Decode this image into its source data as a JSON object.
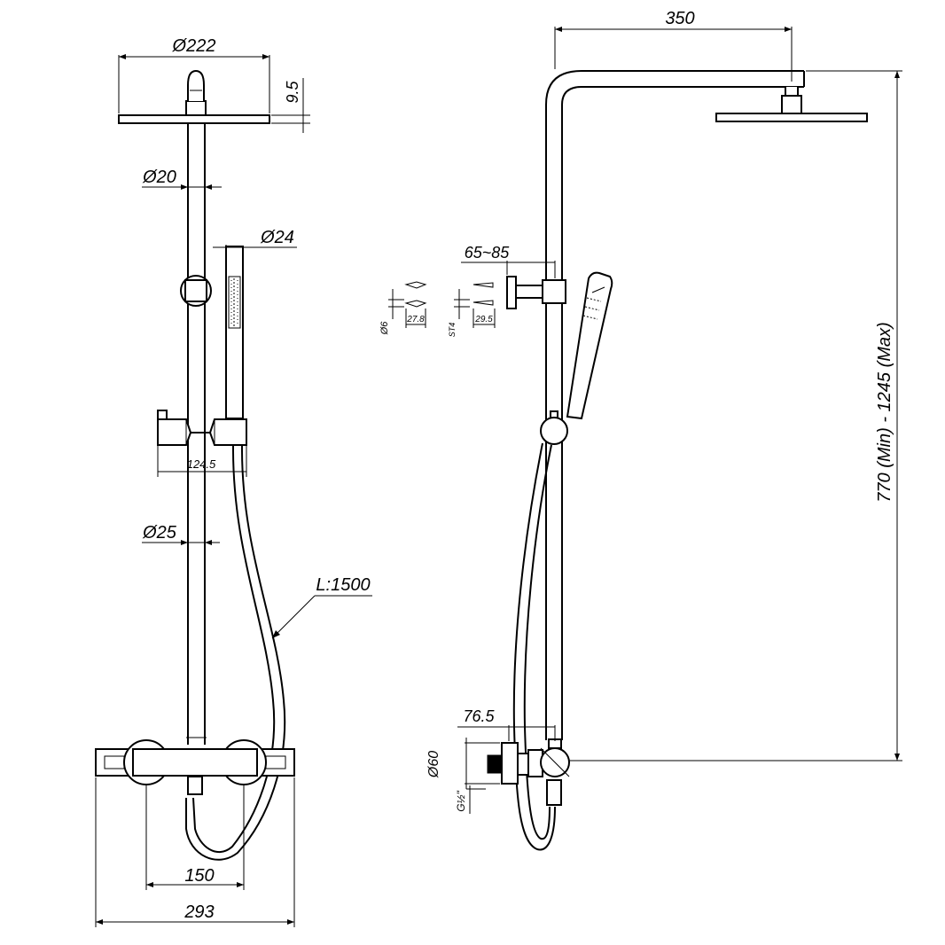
{
  "front_view": {
    "head_diameter": "Ø222",
    "head_thickness": "9.5",
    "upper_pipe_diameter": "Ø20",
    "handshower_diameter": "Ø24",
    "slider_width": "124.5",
    "lower_pipe_diameter": "Ø25",
    "hose_length": "L:1500",
    "inlet_centers": "150",
    "mixer_width": "293"
  },
  "side_view": {
    "arm_length": "350",
    "bracket_offset": "65~85",
    "height_range": "770 (Min) - 1245 (Max)",
    "inlet_offset": "76.5",
    "escutcheon_diameter": "Ø60",
    "thread": "G½\"",
    "anchor_diameter": "Ø6",
    "anchor_length": "27.8",
    "screw_size": "ST4",
    "screw_length": "29.5"
  }
}
